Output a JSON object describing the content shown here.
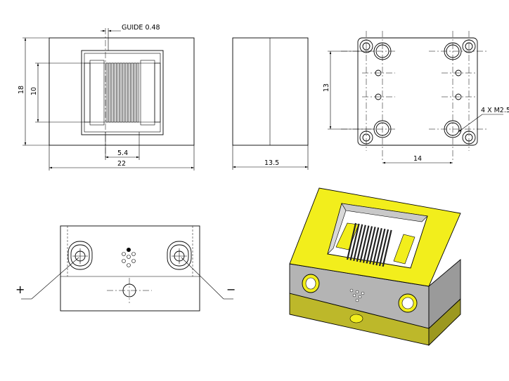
{
  "front_view": {
    "guide_callout": "GUIDE 0.48",
    "dim_pitch": "5.4",
    "dim_width": "22",
    "dim_height": "18",
    "dim_inner_height": "10"
  },
  "side_view": {
    "dim_depth": "13.5"
  },
  "top_view": {
    "dim_vertical": "13",
    "dim_horizontal": "14",
    "hole_callout": "4 X M2.5"
  },
  "bottom_view": {
    "label_plus": "+",
    "label_minus": "−"
  },
  "iso_view": {
    "colors": {
      "top_yellow": "#f2ee1c",
      "body_gray": "#b4b4b4",
      "base_olive": "#bdb82a"
    }
  }
}
